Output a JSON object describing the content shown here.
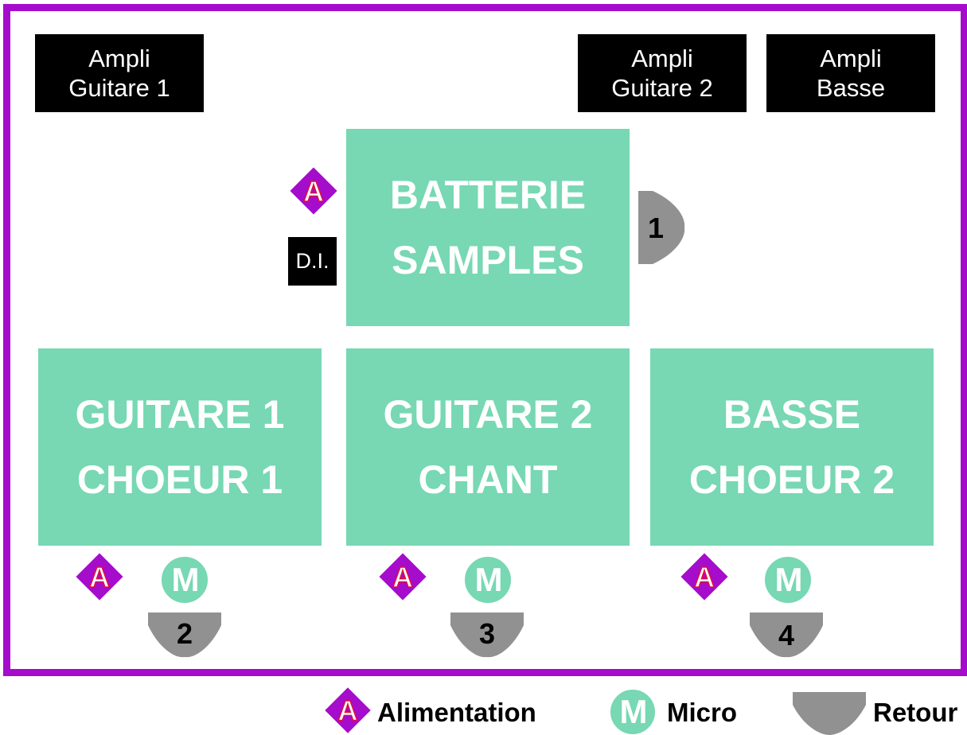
{
  "amps": [
    {
      "line1": "Ampli",
      "line2": "Guitare 1"
    },
    {
      "line1": "Ampli",
      "line2": "Guitare 2"
    },
    {
      "line1": "Ampli",
      "line2": "Basse"
    }
  ],
  "zones": {
    "drums": {
      "line1": "BATTERIE",
      "line2": "SAMPLES"
    },
    "guitar1": {
      "line1": "GUITARE 1",
      "line2": "CHOEUR 1"
    },
    "guitar2": {
      "line1": "GUITARE 2",
      "line2": "CHANT"
    },
    "bass": {
      "line1": "BASSE",
      "line2": "CHOEUR 2"
    }
  },
  "di_label": "D.I.",
  "symbols": {
    "alimentation_letter": "A",
    "micro_letter": "M"
  },
  "retours": [
    "1",
    "2",
    "3",
    "4"
  ],
  "legend": {
    "alimentation": "Alimentation",
    "micro": "Micro",
    "retour": "Retour"
  },
  "colors": {
    "stage_border": "#a50ccc",
    "zone_fill": "#77d8b3",
    "alimentation_fill": "#a50ccc",
    "alimentation_letter": "#e0103a",
    "retour_fill": "#919191",
    "amp_fill": "#000000"
  }
}
